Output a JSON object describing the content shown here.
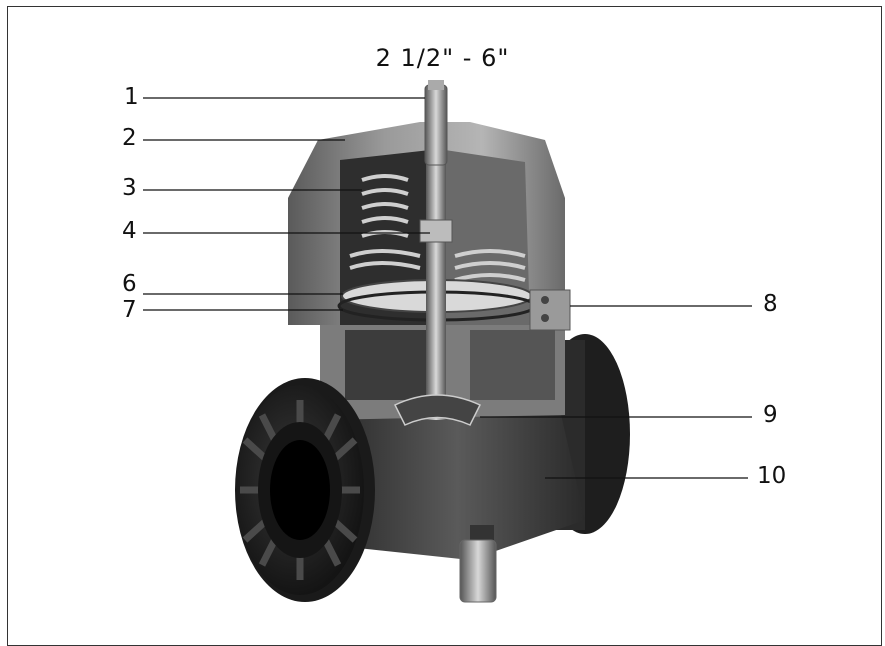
{
  "title": "2 1/2\" - 6\"",
  "callouts": [
    {
      "id": "c1",
      "text": "1"
    },
    {
      "id": "c2",
      "text": "2"
    },
    {
      "id": "c3",
      "text": "3"
    },
    {
      "id": "c4",
      "text": "4"
    },
    {
      "id": "c6",
      "text": "6"
    },
    {
      "id": "c7",
      "text": "7"
    },
    {
      "id": "c8",
      "text": "8"
    },
    {
      "id": "c9",
      "text": "9"
    },
    {
      "id": "c10",
      "text": "10"
    }
  ]
}
